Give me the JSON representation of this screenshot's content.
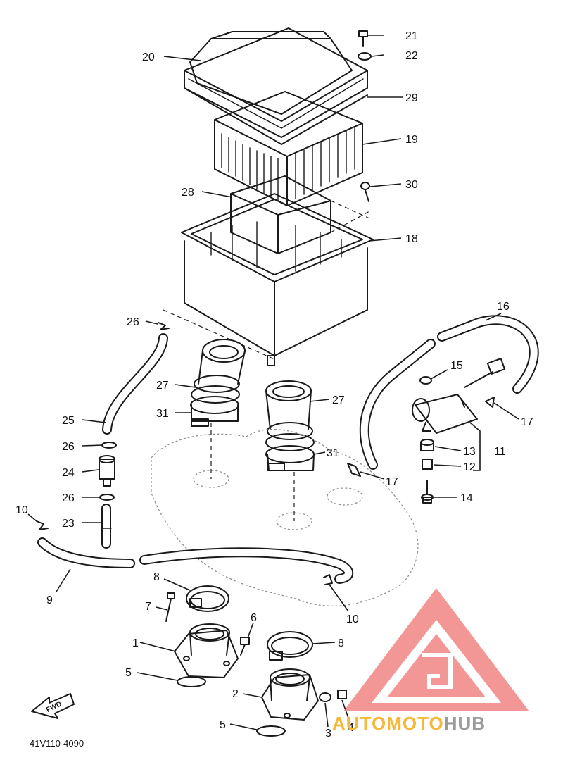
{
  "diagram": {
    "part_labels": [
      {
        "id": "n20",
        "text": "20"
      },
      {
        "id": "n21",
        "text": "21"
      },
      {
        "id": "n22",
        "text": "22"
      },
      {
        "id": "n29",
        "text": "29"
      },
      {
        "id": "n19",
        "text": "19"
      },
      {
        "id": "n28",
        "text": "28"
      },
      {
        "id": "n30",
        "text": "30"
      },
      {
        "id": "n18",
        "text": "18"
      },
      {
        "id": "n16",
        "text": "16"
      },
      {
        "id": "n26a",
        "text": "26"
      },
      {
        "id": "n27a",
        "text": "27"
      },
      {
        "id": "n31a",
        "text": "31"
      },
      {
        "id": "n27b",
        "text": "27"
      },
      {
        "id": "n15",
        "text": "15"
      },
      {
        "id": "n17a",
        "text": "17"
      },
      {
        "id": "n25",
        "text": "25"
      },
      {
        "id": "n26b",
        "text": "26"
      },
      {
        "id": "n31b",
        "text": "31"
      },
      {
        "id": "n13",
        "text": "13"
      },
      {
        "id": "n11",
        "text": "11"
      },
      {
        "id": "n24",
        "text": "24"
      },
      {
        "id": "n17b",
        "text": "17"
      },
      {
        "id": "n12",
        "text": "12"
      },
      {
        "id": "n26c",
        "text": "26"
      },
      {
        "id": "n14",
        "text": "14"
      },
      {
        "id": "n10a",
        "text": "10"
      },
      {
        "id": "n23",
        "text": "23"
      },
      {
        "id": "n9",
        "text": "9"
      },
      {
        "id": "n8a",
        "text": "8"
      },
      {
        "id": "n7",
        "text": "7"
      },
      {
        "id": "n10b",
        "text": "10"
      },
      {
        "id": "n6",
        "text": "6"
      },
      {
        "id": "n1",
        "text": "1"
      },
      {
        "id": "n8b",
        "text": "8"
      },
      {
        "id": "n5a",
        "text": "5"
      },
      {
        "id": "n2",
        "text": "2"
      },
      {
        "id": "n3",
        "text": "3"
      },
      {
        "id": "n4",
        "text": "4"
      },
      {
        "id": "n5b",
        "text": "5"
      }
    ],
    "forward_arrow_text": "FWD",
    "drawing_code": "41V110-4090"
  },
  "watermark": {
    "word_part1": "AUTOMOTO",
    "word_part2": "HUB",
    "color_part1": "#f5b83a",
    "color_part2": "#9a9a9a",
    "logo_color": "#ef6f6f"
  }
}
